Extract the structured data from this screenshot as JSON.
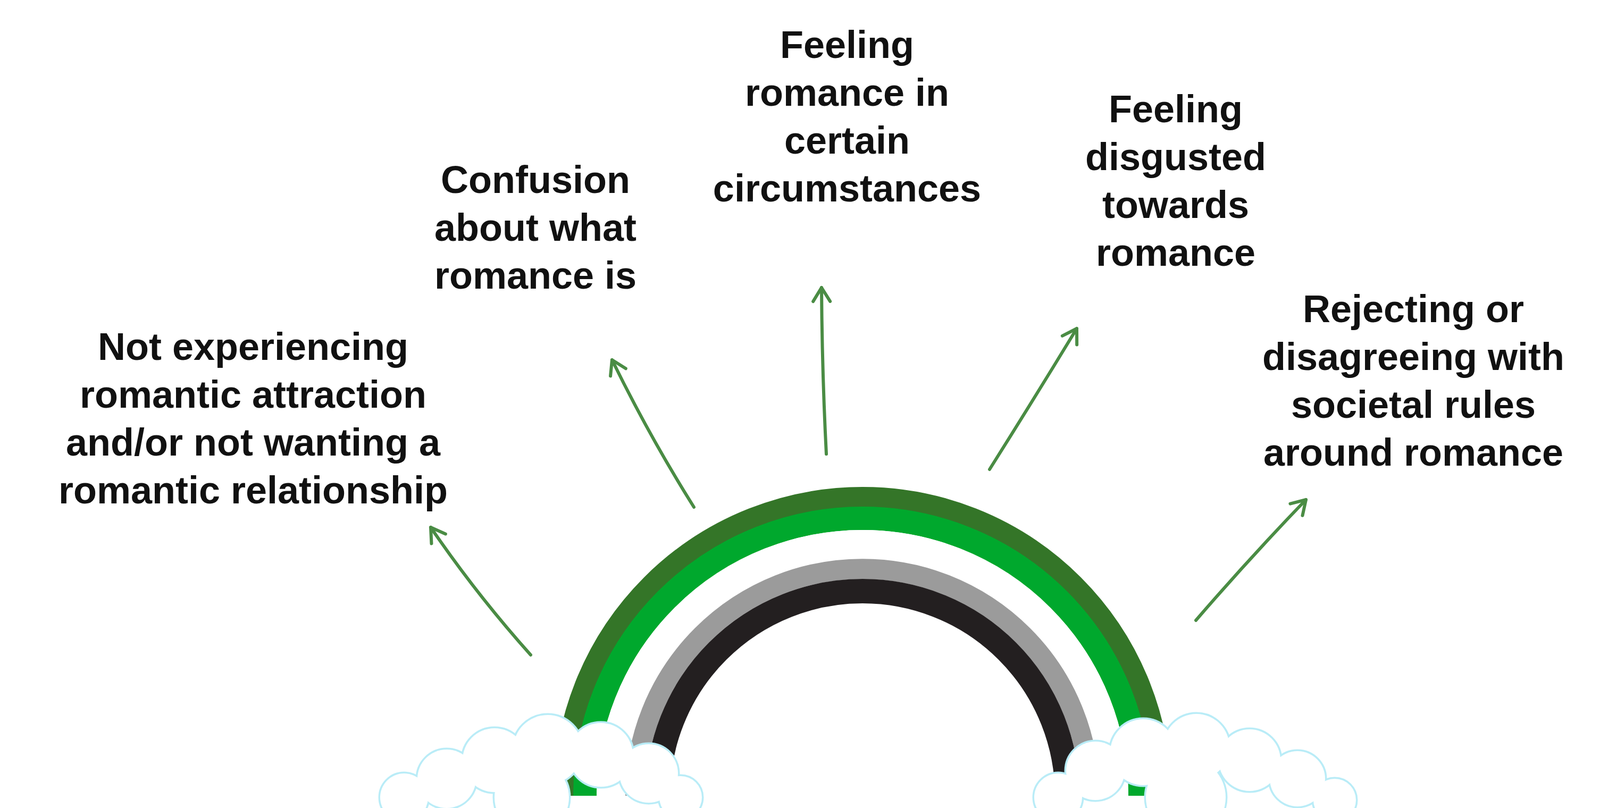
{
  "diagram": {
    "labels": [
      "Not experiencing romantic attraction and/or not wanting a romantic relationship",
      "Confusion about what romance is",
      "Feeling romance in certain circumstances",
      "Feeling disgusted towards romance",
      "Rejecting or disagreeing with societal rules around romance"
    ]
  }
}
